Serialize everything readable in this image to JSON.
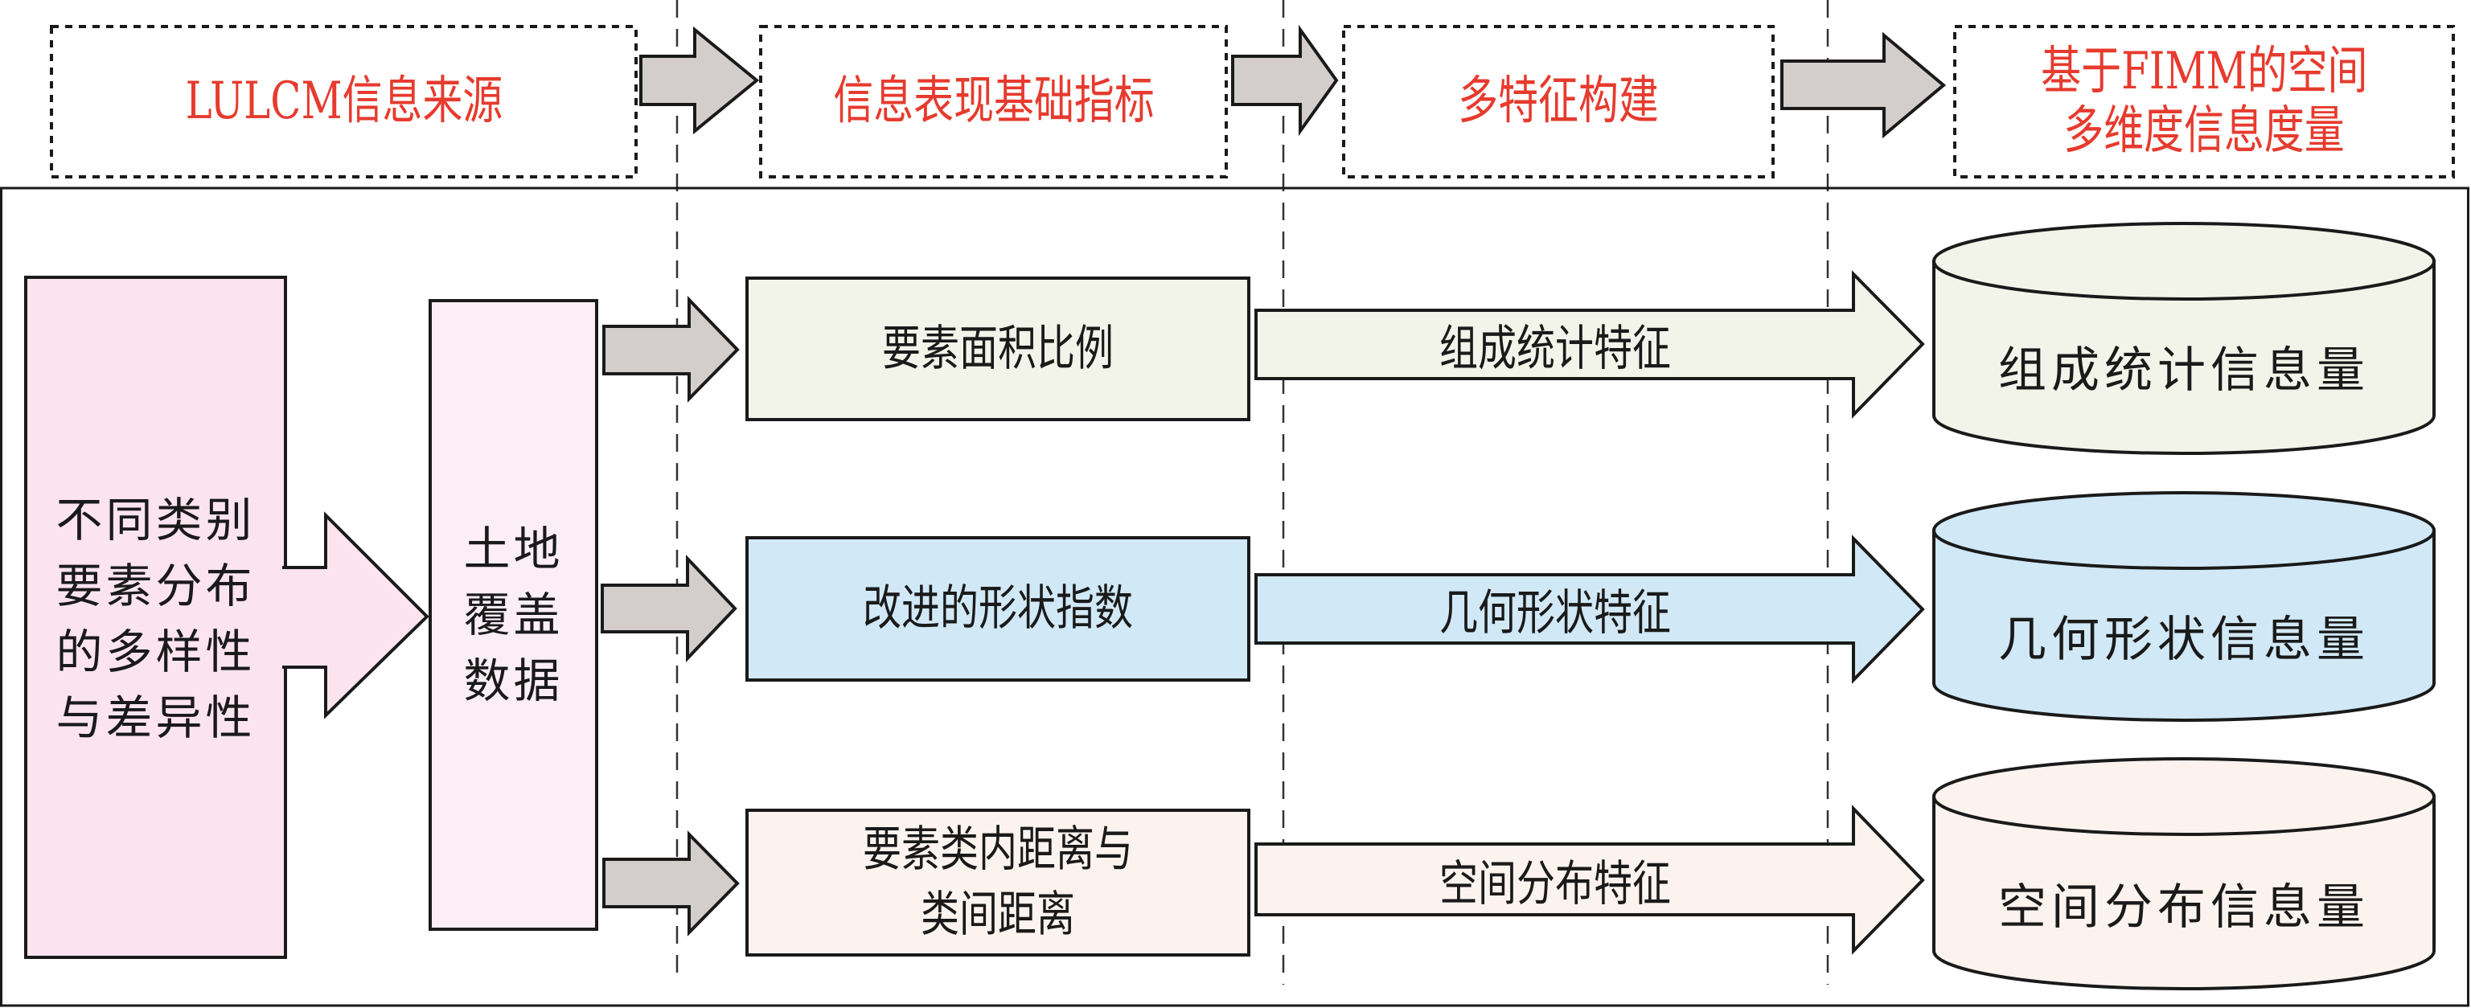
{
  "header": {
    "stages": [
      {
        "label": "LULCM信息来源"
      },
      {
        "label": "信息表现基础指标"
      },
      {
        "label": "多特征构建"
      },
      {
        "label": "基于FIMM的空间",
        "label2": "多维度信息度量"
      }
    ],
    "text_color": "#e63b2e"
  },
  "source": {
    "label_lines": [
      "不同类别",
      "要素分布",
      "的多样性",
      "与差异性"
    ],
    "fill": "#fce4ef"
  },
  "data": {
    "label_lines": [
      "土地",
      "覆盖",
      "数据"
    ],
    "fill": "#fbeef5"
  },
  "rows": [
    {
      "indicator": [
        "要素面积比例"
      ],
      "feature": "组成统计特征",
      "measure": "组成统计信息量",
      "fill": "#f2f4ea"
    },
    {
      "indicator": [
        "改进的形状指数"
      ],
      "feature": "几何形状特征",
      "measure": "几何形状信息量",
      "fill": "#d1e8f6"
    },
    {
      "indicator": [
        "要素类内距离与",
        "类间距离"
      ],
      "feature": "空间分布特征",
      "measure": "空间分布信息量",
      "fill": "#fcf3ef"
    }
  ],
  "colors": {
    "connector_arrow": "#d3cdcb",
    "stroke": "#1a1a1a"
  }
}
